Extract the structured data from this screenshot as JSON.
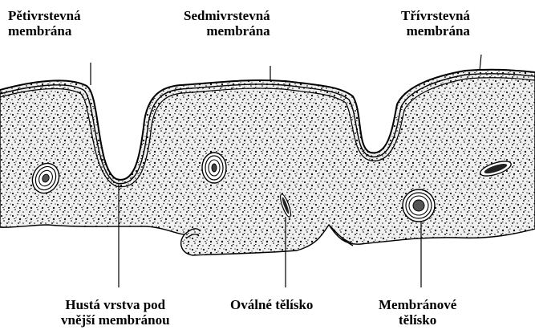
{
  "labels": {
    "petivrstevna": [
      "Pětivrstevná",
      "membrána"
    ],
    "sedmivrstevna": [
      "Sedmivrstevná",
      "membrána"
    ],
    "trivrstevna": [
      "Třívrstevná",
      "membrána"
    ],
    "husta": [
      "Hustá vrstva pod",
      "vnější membránou"
    ],
    "ovalne": [
      "Oválné tělísko"
    ],
    "membranove": [
      "Membránové",
      "tělísko"
    ]
  },
  "colors": {
    "ink": "#000000",
    "paper": "#ffffff",
    "tissue": "#ededed"
  }
}
